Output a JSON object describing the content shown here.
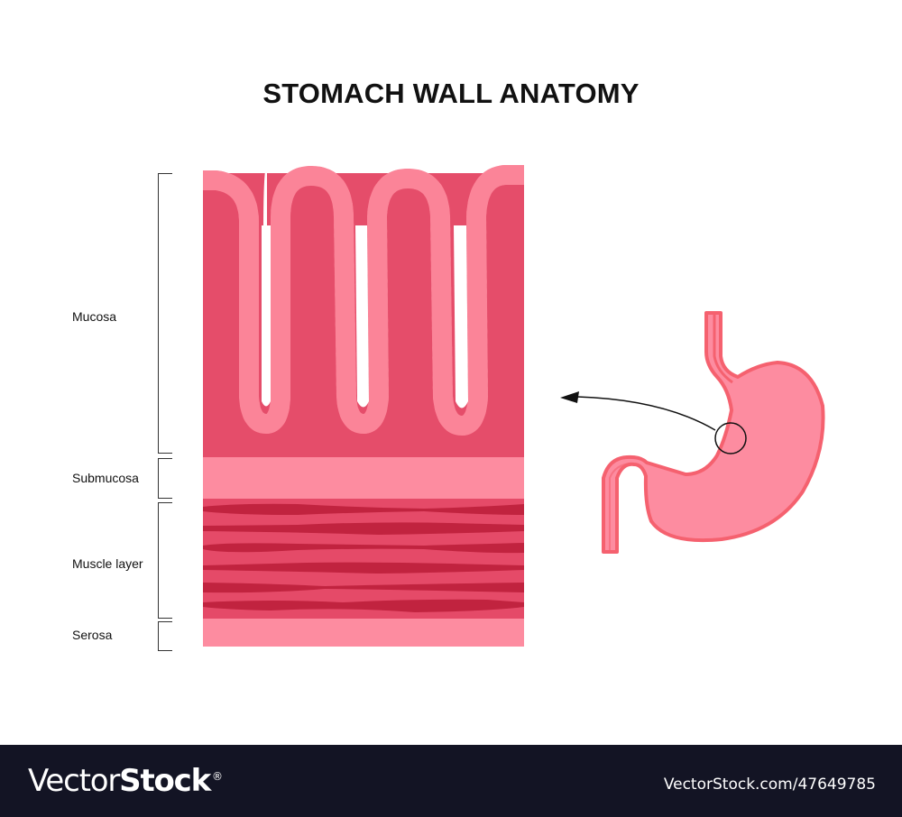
{
  "title": "STOMACH WALL ANATOMY",
  "layers": [
    {
      "id": "mucosa",
      "label": "Mucosa"
    },
    {
      "id": "submucosa",
      "label": "Submucosa"
    },
    {
      "id": "muscle",
      "label": "Muscle layer"
    },
    {
      "id": "serosa",
      "label": "Serosa"
    }
  ],
  "colors": {
    "mucosa": "#e54d6a",
    "epithelium": "#fb8498",
    "epithelium_border": "#f06b84",
    "submucosa": "#fd8ca0",
    "muscle": "#e54a68",
    "muscle_fiber": "#c1233f",
    "serosa": "#fd8ca0",
    "stomach_fill": "#fd8ca0",
    "stomach_outline": "#f5616f",
    "footer_bg": "#131424",
    "text": "#111111"
  },
  "footer": {
    "brand_light": "Vector",
    "brand_bold": "Stock",
    "brand_mark": "®",
    "stock_id": "VectorStock.com/47649785"
  }
}
